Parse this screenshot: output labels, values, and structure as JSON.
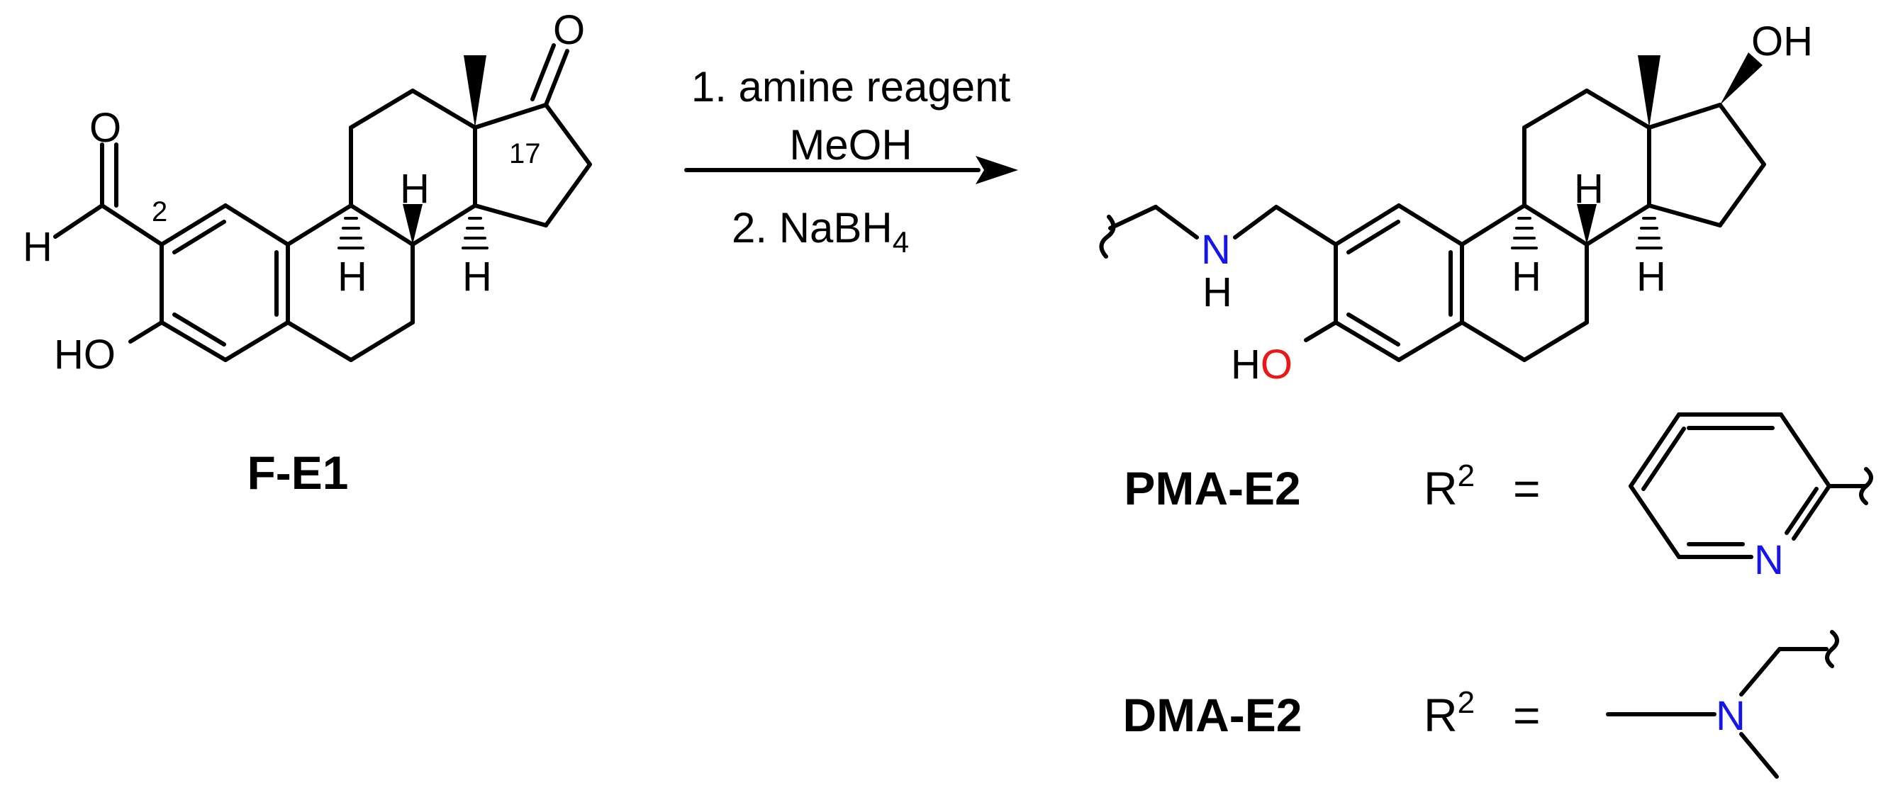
{
  "colors": {
    "nitrogen": "#1515ee",
    "oxygen": "#ee1515",
    "bond": "#000000"
  },
  "reactant": {
    "label": "F-E1",
    "atoms": {
      "O_aldehyde": "O",
      "H_aldehyde": "H",
      "HO": "HO",
      "O_ketone": "O",
      "H9": "H",
      "H8": "H",
      "H14": "H"
    },
    "locants": {
      "c2": "2",
      "c17": "17"
    }
  },
  "conditions": {
    "step1": "1. amine reagent",
    "step1_solvent": "MeOH",
    "step2_prefix": "2. NaBH",
    "step2_subscript": "4"
  },
  "product": {
    "label": "PMA-E2",
    "atoms": {
      "N": "N",
      "NH": "H",
      "OH_top": "OH",
      "HO_H": "H",
      "HO_O": "O",
      "H9": "H",
      "H8": "H",
      "H14": "H"
    }
  },
  "substituents": [
    {
      "label": "PMA-E2",
      "r_symbol": "R",
      "r_superscript": "2",
      "equals": "=",
      "group_atom": "N"
    },
    {
      "label": "DMA-E2",
      "r_symbol": "R",
      "r_superscript": "2",
      "equals": "=",
      "group_atom": "N"
    }
  ]
}
